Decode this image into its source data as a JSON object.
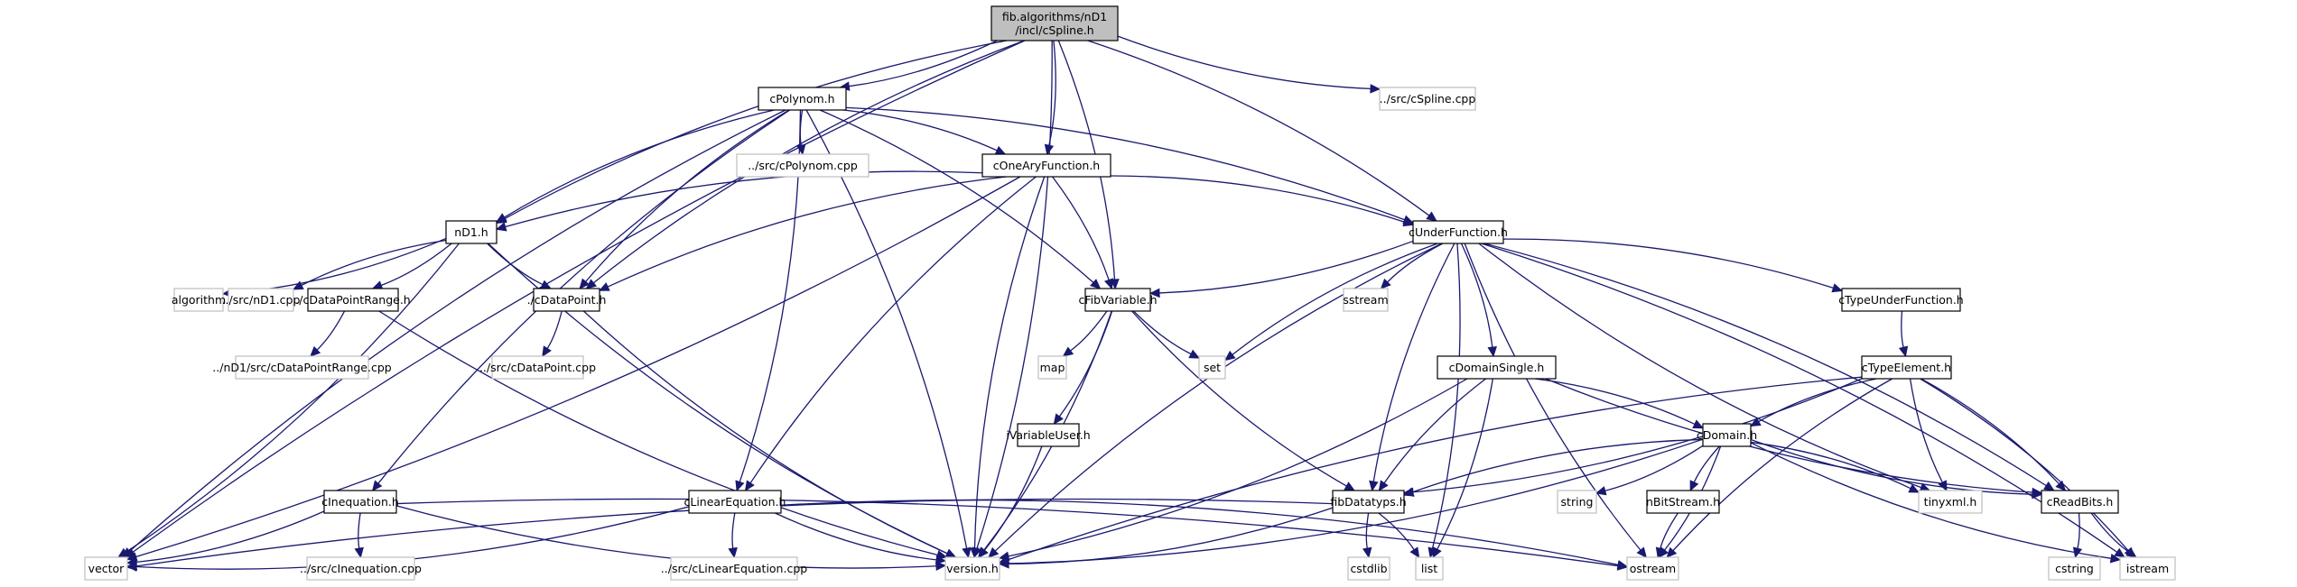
{
  "diagram": {
    "type": "include-dependency-graph",
    "colors": {
      "edge": "#191970",
      "root_fill": "#bfbfbf",
      "header_border": "#000000",
      "external_border": "#bfbfbf"
    },
    "nodes": [
      {
        "id": "cSpline",
        "label_lines": [
          "fib.algorithms/nD1",
          "/incl/cSpline.h"
        ],
        "kind": "root"
      },
      {
        "id": "cPolynom",
        "label_lines": [
          "cPolynom.h"
        ],
        "kind": "header"
      },
      {
        "id": "cSplineCpp",
        "label_lines": [
          "../src/cSpline.cpp"
        ],
        "kind": "external"
      },
      {
        "id": "cPolynomCpp",
        "label_lines": [
          "../src/cPolynom.cpp"
        ],
        "kind": "external"
      },
      {
        "id": "cOneAryFunction",
        "label_lines": [
          "cOneAryFunction.h"
        ],
        "kind": "header"
      },
      {
        "id": "nD1",
        "label_lines": [
          "nD1.h"
        ],
        "kind": "header"
      },
      {
        "id": "cUnderFunction",
        "label_lines": [
          "cUnderFunction.h"
        ],
        "kind": "header"
      },
      {
        "id": "algorithm",
        "label_lines": [
          "algorithm"
        ],
        "kind": "external"
      },
      {
        "id": "nD1Cpp",
        "label_lines": [
          "../src/nD1.cpp"
        ],
        "kind": "external"
      },
      {
        "id": "cDataPointRange",
        "label_lines": [
          "./cDataPointRange.h"
        ],
        "kind": "header"
      },
      {
        "id": "cDataPoint",
        "label_lines": [
          "./cDataPoint.h"
        ],
        "kind": "header"
      },
      {
        "id": "cFibVariable",
        "label_lines": [
          "cFibVariable.h"
        ],
        "kind": "header"
      },
      {
        "id": "sstream",
        "label_lines": [
          "sstream"
        ],
        "kind": "external"
      },
      {
        "id": "cTypeUnderFunction",
        "label_lines": [
          "cTypeUnderFunction.h"
        ],
        "kind": "header"
      },
      {
        "id": "cDataPointRangeCpp",
        "label_lines": [
          "../nD1/src/cDataPointRange.cpp"
        ],
        "kind": "external"
      },
      {
        "id": "cDataPointCpp",
        "label_lines": [
          "../src/cDataPoint.cpp"
        ],
        "kind": "external"
      },
      {
        "id": "map",
        "label_lines": [
          "map"
        ],
        "kind": "external"
      },
      {
        "id": "set",
        "label_lines": [
          "set"
        ],
        "kind": "external"
      },
      {
        "id": "cDomainSingle",
        "label_lines": [
          "cDomainSingle.h"
        ],
        "kind": "header"
      },
      {
        "id": "cTypeElement",
        "label_lines": [
          "cTypeElement.h"
        ],
        "kind": "header"
      },
      {
        "id": "iVariableUser",
        "label_lines": [
          "iVariableUser.h"
        ],
        "kind": "header"
      },
      {
        "id": "cDomain",
        "label_lines": [
          "cDomain.h"
        ],
        "kind": "header"
      },
      {
        "id": "cInequation",
        "label_lines": [
          "cInequation.h"
        ],
        "kind": "header"
      },
      {
        "id": "cLinearEquation",
        "label_lines": [
          "cLinearEquation.h"
        ],
        "kind": "header"
      },
      {
        "id": "fibDatatyps",
        "label_lines": [
          "fibDatatyps.h"
        ],
        "kind": "header"
      },
      {
        "id": "string",
        "label_lines": [
          "string"
        ],
        "kind": "external"
      },
      {
        "id": "nBitStream",
        "label_lines": [
          "nBitStream.h"
        ],
        "kind": "header"
      },
      {
        "id": "tinyxml",
        "label_lines": [
          "tinyxml.h"
        ],
        "kind": "external"
      },
      {
        "id": "cReadBits",
        "label_lines": [
          "cReadBits.h"
        ],
        "kind": "header"
      },
      {
        "id": "vector",
        "label_lines": [
          "vector"
        ],
        "kind": "external"
      },
      {
        "id": "cInequationCpp",
        "label_lines": [
          "../src/cInequation.cpp"
        ],
        "kind": "external"
      },
      {
        "id": "cLinearEquationCpp",
        "label_lines": [
          "../src/cLinearEquation.cpp"
        ],
        "kind": "external"
      },
      {
        "id": "version",
        "label_lines": [
          "version.h"
        ],
        "kind": "external"
      },
      {
        "id": "cstdlib",
        "label_lines": [
          "cstdlib"
        ],
        "kind": "external"
      },
      {
        "id": "list",
        "label_lines": [
          "list"
        ],
        "kind": "external"
      },
      {
        "id": "ostream",
        "label_lines": [
          "ostream"
        ],
        "kind": "external"
      },
      {
        "id": "cstring",
        "label_lines": [
          "cstring"
        ],
        "kind": "external"
      },
      {
        "id": "istream",
        "label_lines": [
          "istream"
        ],
        "kind": "external"
      }
    ],
    "edges": [
      [
        "cSpline",
        "cPolynom"
      ],
      [
        "cSpline",
        "cSplineCpp"
      ],
      [
        "cSpline",
        "cOneAryFunction"
      ],
      [
        "cSpline",
        "nD1"
      ],
      [
        "cSpline",
        "cUnderFunction"
      ],
      [
        "cSpline",
        "cDataPoint"
      ],
      [
        "cSpline",
        "cFibVariable"
      ],
      [
        "cSpline",
        "vector"
      ],
      [
        "cSpline",
        "version"
      ],
      [
        "cPolynom",
        "cPolynomCpp"
      ],
      [
        "cPolynom",
        "cOneAryFunction"
      ],
      [
        "cPolynom",
        "nD1"
      ],
      [
        "cPolynom",
        "cUnderFunction"
      ],
      [
        "cPolynom",
        "cDataPoint"
      ],
      [
        "cPolynom",
        "cFibVariable"
      ],
      [
        "cPolynom",
        "cInequation"
      ],
      [
        "cPolynom",
        "cLinearEquation"
      ],
      [
        "cPolynom",
        "vector"
      ],
      [
        "cPolynom",
        "version"
      ],
      [
        "cOneAryFunction",
        "nD1"
      ],
      [
        "cOneAryFunction",
        "cUnderFunction"
      ],
      [
        "cOneAryFunction",
        "cDataPoint"
      ],
      [
        "cOneAryFunction",
        "cFibVariable"
      ],
      [
        "cOneAryFunction",
        "cLinearEquation"
      ],
      [
        "cOneAryFunction",
        "vector"
      ],
      [
        "cOneAryFunction",
        "version"
      ],
      [
        "nD1",
        "algorithm"
      ],
      [
        "nD1",
        "nD1Cpp"
      ],
      [
        "nD1",
        "cDataPointRange"
      ],
      [
        "nD1",
        "cDataPoint"
      ],
      [
        "nD1",
        "vector"
      ],
      [
        "nD1",
        "version"
      ],
      [
        "cUnderFunction",
        "cFibVariable"
      ],
      [
        "cUnderFunction",
        "sstream"
      ],
      [
        "cUnderFunction",
        "cTypeUnderFunction"
      ],
      [
        "cUnderFunction",
        "set"
      ],
      [
        "cUnderFunction",
        "cDomainSingle"
      ],
      [
        "cUnderFunction",
        "fibDatatyps"
      ],
      [
        "cUnderFunction",
        "list"
      ],
      [
        "cUnderFunction",
        "tinyxml"
      ],
      [
        "cUnderFunction",
        "cReadBits"
      ],
      [
        "cUnderFunction",
        "ostream"
      ],
      [
        "cUnderFunction",
        "istream"
      ],
      [
        "cUnderFunction",
        "version"
      ],
      [
        "cDataPointRange",
        "cDataPointRangeCpp"
      ],
      [
        "cDataPointRange",
        "version"
      ],
      [
        "cDataPoint",
        "cDataPointCpp"
      ],
      [
        "cDataPoint",
        "version"
      ],
      [
        "cFibVariable",
        "map"
      ],
      [
        "cFibVariable",
        "set"
      ],
      [
        "cFibVariable",
        "iVariableUser"
      ],
      [
        "cFibVariable",
        "fibDatatyps"
      ],
      [
        "cFibVariable",
        "version"
      ],
      [
        "cTypeUnderFunction",
        "cTypeElement"
      ],
      [
        "cDomainSingle",
        "cDomain"
      ],
      [
        "cDomainSingle",
        "fibDatatyps"
      ],
      [
        "cDomainSingle",
        "list"
      ],
      [
        "cDomainSingle",
        "cReadBits"
      ],
      [
        "cDomainSingle",
        "version"
      ],
      [
        "cTypeElement",
        "cDomain"
      ],
      [
        "cTypeElement",
        "fibDatatyps"
      ],
      [
        "cTypeElement",
        "tinyxml"
      ],
      [
        "cTypeElement",
        "cReadBits"
      ],
      [
        "cTypeElement",
        "ostream"
      ],
      [
        "cTypeElement",
        "istream"
      ],
      [
        "cTypeElement",
        "version"
      ],
      [
        "iVariableUser",
        "version"
      ],
      [
        "cDomain",
        "fibDatatyps"
      ],
      [
        "cDomain",
        "string"
      ],
      [
        "cDomain",
        "nBitStream"
      ],
      [
        "cDomain",
        "tinyxml"
      ],
      [
        "cDomain",
        "cReadBits"
      ],
      [
        "cDomain",
        "ostream"
      ],
      [
        "cDomain",
        "istream"
      ],
      [
        "cDomain",
        "version"
      ],
      [
        "cInequation",
        "cInequationCpp"
      ],
      [
        "cInequation",
        "vector"
      ],
      [
        "cInequation",
        "version"
      ],
      [
        "cInequation",
        "ostream"
      ],
      [
        "cLinearEquation",
        "cLinearEquationCpp"
      ],
      [
        "cLinearEquation",
        "vector"
      ],
      [
        "cLinearEquation",
        "version"
      ],
      [
        "cLinearEquation",
        "ostream"
      ],
      [
        "fibDatatyps",
        "cstdlib"
      ],
      [
        "fibDatatyps",
        "list"
      ],
      [
        "fibDatatyps",
        "vector"
      ],
      [
        "fibDatatyps",
        "version"
      ],
      [
        "nBitStream",
        "ostream"
      ],
      [
        "cReadBits",
        "cstring"
      ],
      [
        "cReadBits",
        "istream"
      ]
    ]
  }
}
